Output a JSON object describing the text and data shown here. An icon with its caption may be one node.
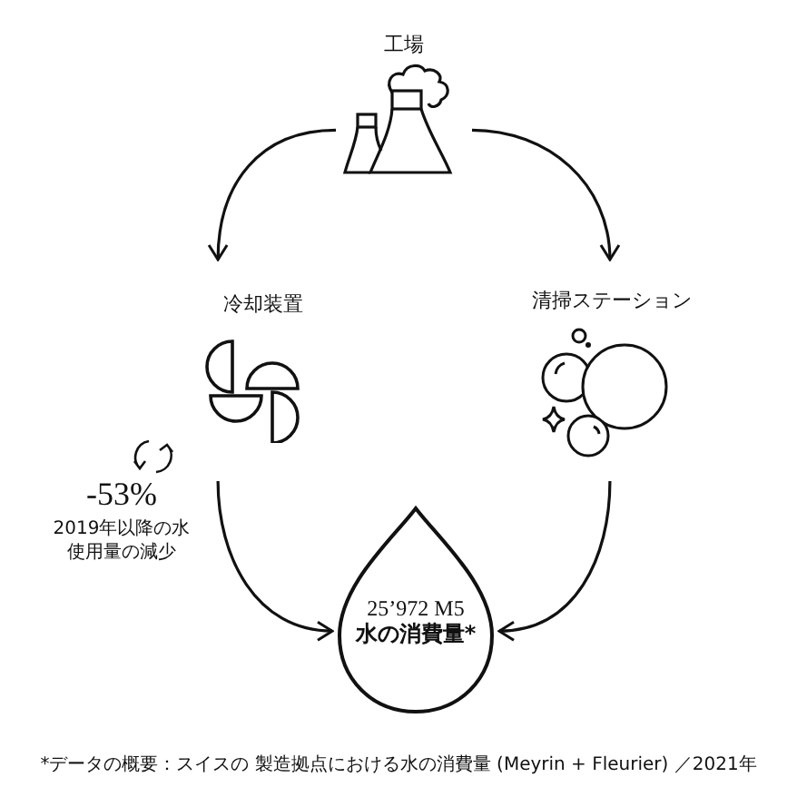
{
  "diagram": {
    "nodes": [
      {
        "text": [
          "工場"
        ]
      },
      {
        "text": [
          "冷却装置"
        ]
      },
      {
        "text": [
          "清掃ステーション"
        ]
      },
      {
        "text": [
          "25’972 M5",
          "水の消費量*"
        ]
      }
    ],
    "edges": [
      {
        "from": 0,
        "to": 1,
        "arrow": "to"
      },
      {
        "from": 0,
        "to": 2,
        "arrow": "to"
      },
      {
        "from": 1,
        "to": 3,
        "arrow": "to"
      },
      {
        "from": 2,
        "to": 3,
        "arrow": "to"
      }
    ],
    "labels": [
      "-53%",
      "2019年以降の水使用量の減少"
    ],
    "caption": "*データの概要：スイスの 製造拠点における水の消費量 (Meyrin + Fleurier) ／2021年"
  }
}
